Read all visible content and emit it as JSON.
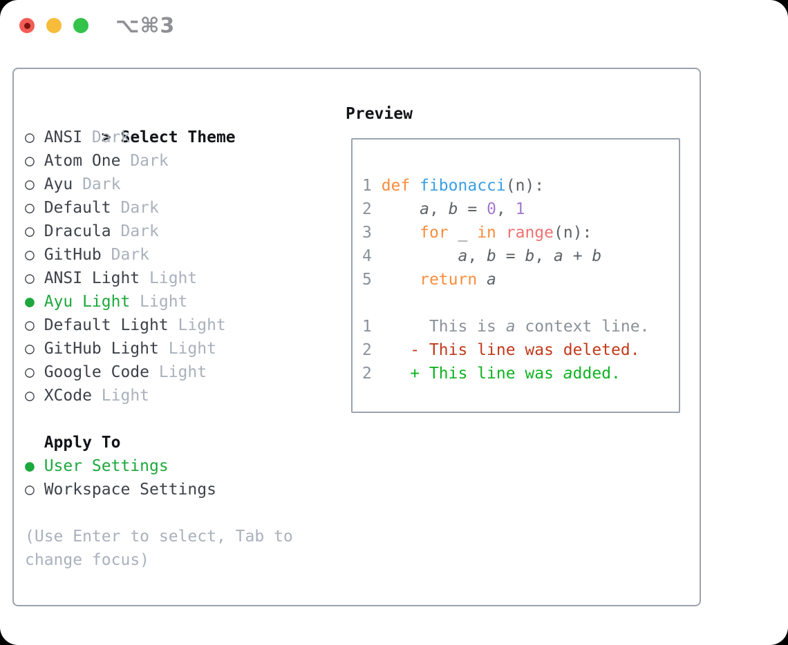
{
  "titlebar": {
    "shortcut": "⌥⌘3",
    "shortcut_color": "#8F9095",
    "traffic_lights": [
      {
        "name": "close",
        "color": "#F25C54",
        "inner": "#7B150F"
      },
      {
        "name": "minimize",
        "color": "#F7BC3A",
        "inner": null
      },
      {
        "name": "zoom",
        "color": "#33C24A",
        "inner": null
      }
    ]
  },
  "colors": {
    "panel_border": "#9AA3AD",
    "heading_text": "#121418",
    "item_text": "#3D4149",
    "muted_text": "#A9B1BC",
    "selected_green": "#1CA83C",
    "window_bg": "#FFFFFF"
  },
  "theme_picker": {
    "heading_prefix": ">",
    "heading": "Select Theme",
    "marker_selected": "●",
    "marker_unselected": "○",
    "items": [
      {
        "name": "ANSI",
        "variant": "Dark",
        "selected": false
      },
      {
        "name": "Atom One",
        "variant": "Dark",
        "selected": false
      },
      {
        "name": "Ayu",
        "variant": "Dark",
        "selected": false
      },
      {
        "name": "Default",
        "variant": "Dark",
        "selected": false
      },
      {
        "name": "Dracula",
        "variant": "Dark",
        "selected": false
      },
      {
        "name": "GitHub",
        "variant": "Dark",
        "selected": false
      },
      {
        "name": "ANSI Light",
        "variant": "Light",
        "selected": false
      },
      {
        "name": "Ayu Light",
        "variant": "Light",
        "selected": true
      },
      {
        "name": "Default Light",
        "variant": "Light",
        "selected": false
      },
      {
        "name": "GitHub Light",
        "variant": "Light",
        "selected": false
      },
      {
        "name": "Google Code",
        "variant": "Light",
        "selected": false
      },
      {
        "name": "XCode",
        "variant": "Light",
        "selected": false
      }
    ],
    "apply_to": {
      "heading": "Apply To",
      "options": [
        {
          "label": "User Settings",
          "selected": true
        },
        {
          "label": "Workspace Settings",
          "selected": false
        }
      ]
    },
    "help_lines": [
      "(Use Enter to select, Tab to",
      "change focus)"
    ]
  },
  "preview": {
    "heading": "Preview",
    "palette": {
      "lineno": "#8A9199",
      "fg": "#5C6166",
      "keyword": "#FA8D3E",
      "entity": "#399EE6",
      "constant": "#A37ACC",
      "special": "#F07171",
      "context": "#8A9199",
      "removed": "#C03A1B",
      "added": "#0FB321"
    },
    "code_lines": [
      {
        "num": "1",
        "tokens": [
          {
            "t": " ",
            "c": "fg"
          },
          {
            "t": "def",
            "c": "keyword"
          },
          {
            "t": " ",
            "c": "fg"
          },
          {
            "t": "fibonacci",
            "c": "entity"
          },
          {
            "t": "(n):",
            "c": "fg"
          }
        ]
      },
      {
        "num": "2",
        "tokens": [
          {
            "t": "     ",
            "c": "fg"
          },
          {
            "t": "a",
            "c": "fg",
            "i": true
          },
          {
            "t": ", ",
            "c": "fg"
          },
          {
            "t": "b",
            "c": "fg",
            "i": true
          },
          {
            "t": " = ",
            "c": "fg"
          },
          {
            "t": "0",
            "c": "constant"
          },
          {
            "t": ", ",
            "c": "fg"
          },
          {
            "t": "1",
            "c": "constant"
          }
        ]
      },
      {
        "num": "3",
        "tokens": [
          {
            "t": "     ",
            "c": "fg"
          },
          {
            "t": "for",
            "c": "keyword"
          },
          {
            "t": " _ ",
            "c": "fg"
          },
          {
            "t": "in",
            "c": "keyword"
          },
          {
            "t": " ",
            "c": "fg"
          },
          {
            "t": "range",
            "c": "special"
          },
          {
            "t": "(n):",
            "c": "fg"
          }
        ]
      },
      {
        "num": "4",
        "tokens": [
          {
            "t": "         ",
            "c": "fg"
          },
          {
            "t": "a",
            "c": "fg",
            "i": true
          },
          {
            "t": ", ",
            "c": "fg"
          },
          {
            "t": "b",
            "c": "fg",
            "i": true
          },
          {
            "t": " = ",
            "c": "fg"
          },
          {
            "t": "b",
            "c": "fg",
            "i": true
          },
          {
            "t": ", ",
            "c": "fg"
          },
          {
            "t": "a",
            "c": "fg",
            "i": true
          },
          {
            "t": " + ",
            "c": "fg"
          },
          {
            "t": "b",
            "c": "fg",
            "i": true
          }
        ]
      },
      {
        "num": "5",
        "tokens": [
          {
            "t": "     ",
            "c": "fg"
          },
          {
            "t": "return",
            "c": "keyword"
          },
          {
            "t": " ",
            "c": "fg"
          },
          {
            "t": "a",
            "c": "fg",
            "i": true
          }
        ]
      }
    ],
    "diff_lines": [
      {
        "num": "1",
        "tokens": [
          {
            "t": "      This is ",
            "c": "context"
          },
          {
            "t": "a",
            "c": "context",
            "i": true
          },
          {
            "t": " context line.",
            "c": "context"
          }
        ]
      },
      {
        "num": "2",
        "tokens": [
          {
            "t": "    ",
            "c": "fg"
          },
          {
            "t": "- This line was deleted.",
            "c": "removed"
          }
        ]
      },
      {
        "num": "2",
        "tokens": [
          {
            "t": "    ",
            "c": "fg"
          },
          {
            "t": "+ This line was ",
            "c": "added"
          },
          {
            "t": "a",
            "c": "added",
            "i": true
          },
          {
            "t": "dded.",
            "c": "added"
          }
        ]
      }
    ]
  }
}
